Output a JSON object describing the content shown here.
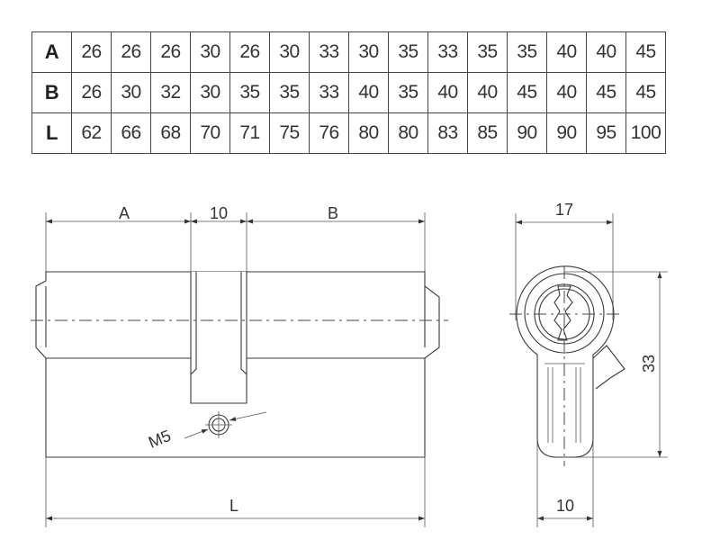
{
  "table": {
    "rows": [
      {
        "label": "A",
        "values": [
          "26",
          "26",
          "26",
          "30",
          "26",
          "30",
          "33",
          "30",
          "35",
          "33",
          "35",
          "35",
          "40",
          "40",
          "45"
        ]
      },
      {
        "label": "B",
        "values": [
          "26",
          "30",
          "32",
          "30",
          "35",
          "35",
          "33",
          "40",
          "35",
          "40",
          "40",
          "45",
          "40",
          "45",
          "45"
        ]
      },
      {
        "label": "L",
        "values": [
          "62",
          "66",
          "68",
          "70",
          "71",
          "75",
          "76",
          "80",
          "80",
          "83",
          "85",
          "90",
          "90",
          "95",
          "100"
        ]
      }
    ]
  },
  "drawing": {
    "labels": {
      "dim_a": "A",
      "dim_10_top": "10",
      "dim_b": "B",
      "dim_l": "L",
      "thread": "M5",
      "dim_17": "17",
      "dim_33": "33",
      "dim_10_bottom": "10"
    }
  },
  "colors": {
    "line": "#3a3a3a",
    "text": "#333333",
    "background": "#ffffff"
  }
}
